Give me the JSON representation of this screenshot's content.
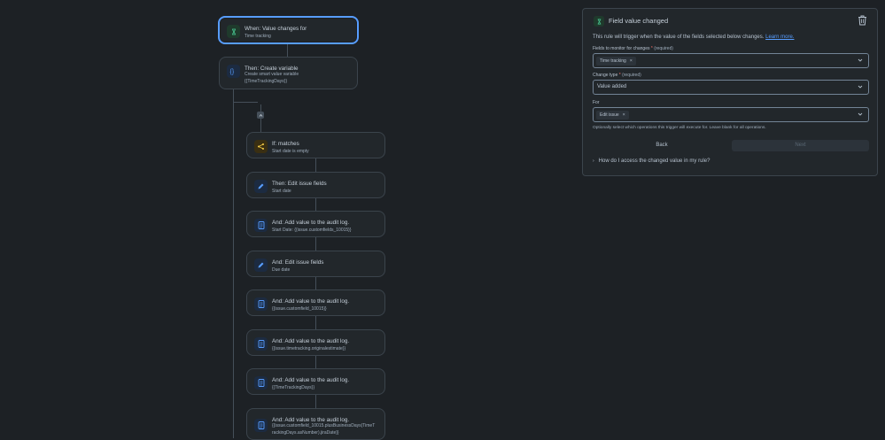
{
  "trigger": {
    "title": "When: Value changes for",
    "subtitle": "Time tracking"
  },
  "create_var": {
    "title": "Then: Create variable",
    "line1": "Create smart value variable",
    "line2": "{{TimeTrackingDays}}"
  },
  "if_matches": {
    "title": "If: matches",
    "subtitle": "Start date is empty"
  },
  "edit_start": {
    "title": "Then: Edit issue fields",
    "subtitle": "Start date"
  },
  "audit1": {
    "title": "And: Add value to the audit log.",
    "subtitle": "Start Date: {{issue.customfields_10015}}"
  },
  "edit_due": {
    "title": "And: Edit issue fields",
    "subtitle": "Due date"
  },
  "audit2": {
    "title": "And: Add value to the audit log.",
    "subtitle": "{{issue.customfield_10015}}"
  },
  "audit3": {
    "title": "And: Add value to the audit log.",
    "subtitle": "{{issue.timetracking.originalestimate}}"
  },
  "audit4": {
    "title": "And: Add value to the audit log.",
    "subtitle": "{{TimeTrackingDays}}"
  },
  "audit5": {
    "title": "And: Add value to the audit log.",
    "line1": "{{issue.customfield_10015.plusBusinessDays(TimeT",
    "line2": "rackingDays.asNumber).jiraDate}}"
  },
  "panel": {
    "title": "Field value changed",
    "desc": "This rule will trigger when the value of the fields selected below changes.",
    "learn_more": "Learn more.",
    "fields_label": "Fields to monitor for changes",
    "required": "(required)",
    "fields_tag": "Time tracking",
    "change_type_label": "Change type",
    "change_type_value": "Value added",
    "for_label": "For",
    "for_tag": "Edit issue",
    "hint": "Optionally select which operations this trigger will execute for. Leave blank for all operations.",
    "back": "Back",
    "next": "Next",
    "faq": "How do I access the changed value in my rule?"
  },
  "colors": {
    "accent": "#579dff",
    "bg": "#1d2125",
    "card": "#22272b",
    "green_icon": "#4bce97",
    "blue_icon": "#579dff",
    "yellow_icon": "#f5cd47"
  }
}
